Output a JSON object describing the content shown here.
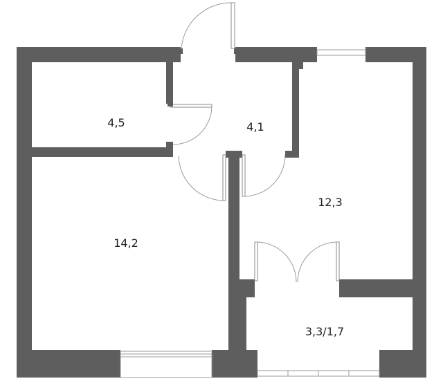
{
  "rooms": [
    {
      "id": "storage",
      "area": "4,5"
    },
    {
      "id": "hall",
      "area": "4,1"
    },
    {
      "id": "room-right",
      "area": "12,3"
    },
    {
      "id": "room-left",
      "area": "14,2"
    },
    {
      "id": "balcony",
      "area": "3,3/1,7"
    }
  ],
  "colors": {
    "wall": "#5e5e5e",
    "floor": "#ffffff",
    "text": "#222222"
  }
}
